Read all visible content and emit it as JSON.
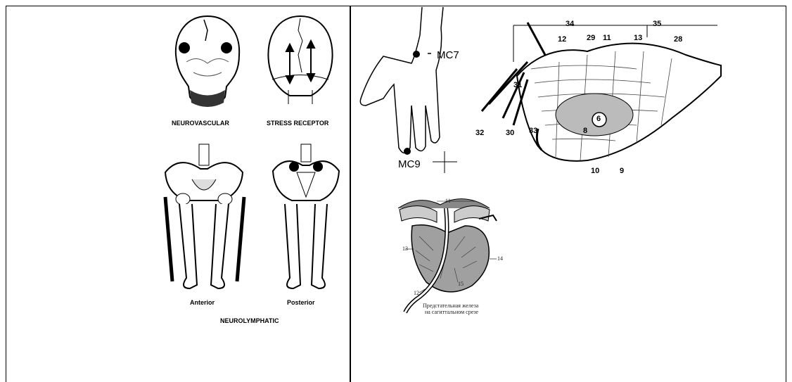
{
  "left_panel": {
    "labels": {
      "neurovascular": "NEUROVASCULAR",
      "stress_receptor": "STRESS RECEPTOR",
      "anterior": "Anterior",
      "posterior": "Posterior",
      "neurolymphatic": "NEUROLYMPHATIC"
    }
  },
  "hand_figure": {
    "mc7": "MC7",
    "mc9": "MC9"
  },
  "anatomy_figure": {
    "top_numbers": [
      "34",
      "35"
    ],
    "numbers": [
      "12",
      "29",
      "11",
      "13",
      "28",
      "31",
      "6",
      "8",
      "32",
      "30",
      "33",
      "10",
      "9"
    ]
  },
  "prostate_figure": {
    "numbers": [
      "11",
      "13",
      "14",
      "12",
      "15"
    ],
    "caption_line1": "Предстательная железа",
    "caption_line2": "на сагиттальном срезе"
  }
}
